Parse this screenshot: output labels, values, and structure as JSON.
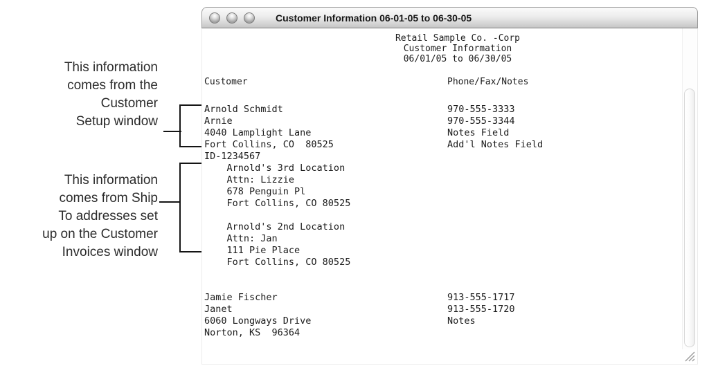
{
  "window": {
    "title": "Customer Information 06-01-05 to 06-30-05",
    "buttons": {
      "close": "close",
      "minimize": "minimize",
      "zoom": "zoom"
    }
  },
  "report": {
    "header": {
      "company": "Retail Sample Co. -Corp",
      "title": "Customer Information",
      "date_range": "06/01/05 to 06/30/05"
    },
    "column_headers": {
      "customer": "Customer",
      "phone": "Phone/Fax/Notes"
    },
    "customer_column_lines": [
      "Arnold Schmidt",
      "Arnie",
      "4040 Lamplight Lane",
      "Fort Collins, CO  80525",
      "ID-1234567",
      "    Arnold's 3rd Location",
      "    Attn: Lizzie",
      "    678 Penguin Pl",
      "    Fort Collins, CO 80525",
      "",
      "    Arnold's 2nd Location",
      "    Attn: Jan",
      "    111 Pie Place",
      "    Fort Collins, CO 80525",
      "",
      "",
      "Jamie Fischer",
      "Janet",
      "6060 Longways Drive",
      "Norton, KS  96364"
    ],
    "phone_column_lines": [
      "970-555-3333",
      "970-555-3344",
      "Notes Field",
      "Add'l Notes Field",
      "",
      "",
      "",
      "",
      "",
      "",
      "",
      "",
      "",
      "",
      "",
      "",
      "913-555-1717",
      "913-555-1720",
      "Notes",
      ""
    ]
  },
  "annotations": {
    "customer_setup": {
      "lines": [
        "This information",
        "comes from the",
        "Customer",
        "Setup window"
      ]
    },
    "ship_to": {
      "lines": [
        "This information",
        "comes from Ship",
        "To addresses set",
        "up on the Customer",
        "Invoices window"
      ]
    }
  },
  "colors": {
    "titlebar_top": "#fbfbfb",
    "titlebar_bottom": "#c6c6c6",
    "report_text": "#1b1b1b",
    "annotation_text": "#2b2b2b",
    "callout_line": "#141414"
  }
}
